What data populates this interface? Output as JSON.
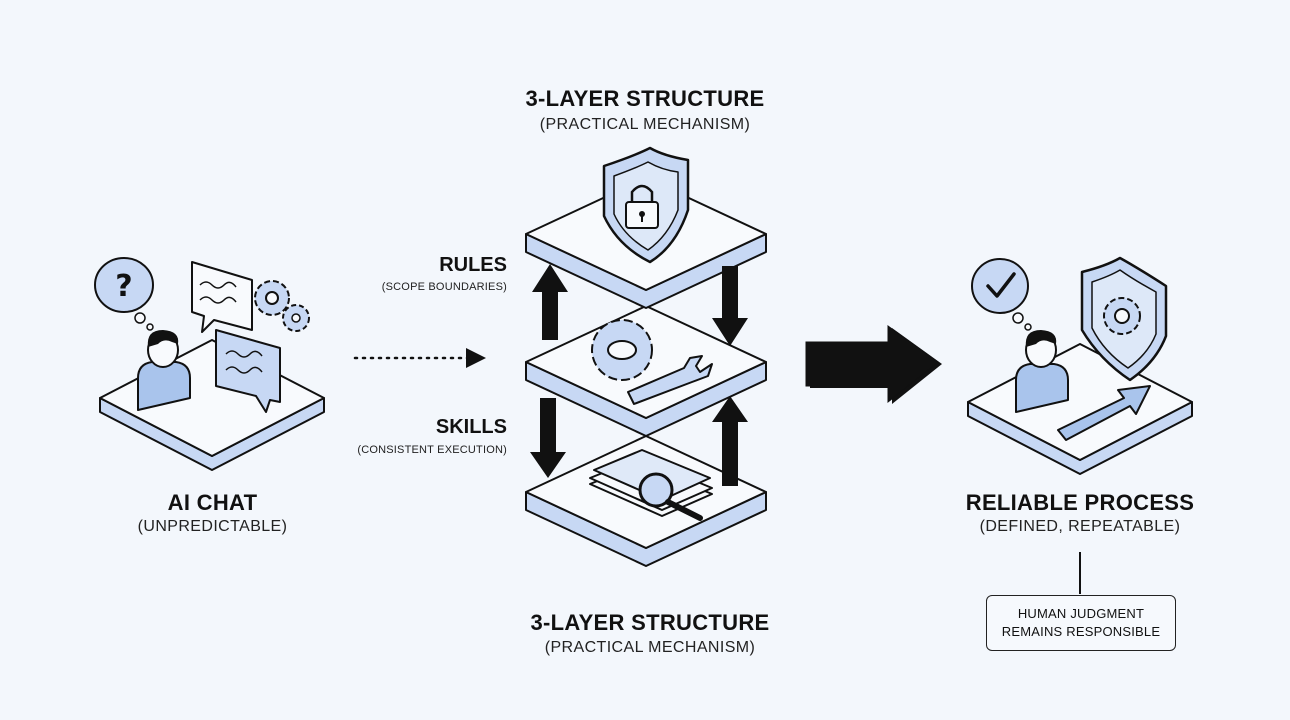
{
  "top_header": {
    "title": "3-LAYER STRUCTURE",
    "subtitle": "(PRACTICAL MECHANISM)"
  },
  "bottom_header": {
    "title": "3-LAYER STRUCTURE",
    "subtitle": "(PRACTICAL MECHANISM)"
  },
  "left": {
    "title": "AI CHAT",
    "subtitle": "(UNPREDICTABLE)"
  },
  "right": {
    "title": "RELIABLE PROCESS",
    "subtitle": "(DEFINED, REPEATABLE)"
  },
  "rules": {
    "title": "RULES",
    "subtitle": "(SCOPE BOUNDARIES)"
  },
  "skills": {
    "title": "SKILLS",
    "subtitle": "(CONSISTENT EXECUTION)"
  },
  "note": {
    "line1": "HUMAN JUDGMENT",
    "line2": "REMAINS RESPONSIBLE"
  },
  "colors": {
    "accent": "#c7d8f4",
    "accent_dark": "#9fbde8",
    "ink": "#111111",
    "bg": "#f3f7fc"
  },
  "icons": [
    "question-icon",
    "chat-bubbles-icon",
    "gears-icon",
    "person-icon",
    "shield-lock-icon",
    "gear-icon",
    "wrench-icon",
    "documents-magnifier-icon",
    "checkmark-icon",
    "shield-gear-icon",
    "growth-arrow-icon"
  ]
}
